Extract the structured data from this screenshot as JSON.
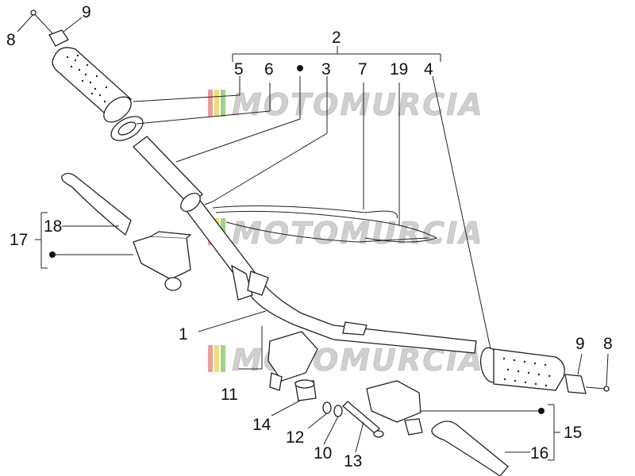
{
  "diagram": {
    "callouts": {
      "c1": "1",
      "c2": "2",
      "c3": "3",
      "c4": "4",
      "c5": "5",
      "c6": "6",
      "c7": "7",
      "c8_left": "8",
      "c8_right": "8",
      "c9_left": "9",
      "c9_right": "9",
      "c10": "10",
      "c11": "11",
      "c12": "12",
      "c13": "13",
      "c14": "14",
      "c15": "15",
      "c16": "16",
      "c17": "17",
      "c18": "18",
      "c19": "19"
    },
    "watermark": "MOTOMURCIA",
    "colors": {
      "line": "#222222",
      "watermark_gray": "#cfcfcf",
      "stripe_red": "#e8a09a",
      "stripe_yellow": "#f0dc7a",
      "stripe_green": "#9fd28f"
    }
  }
}
